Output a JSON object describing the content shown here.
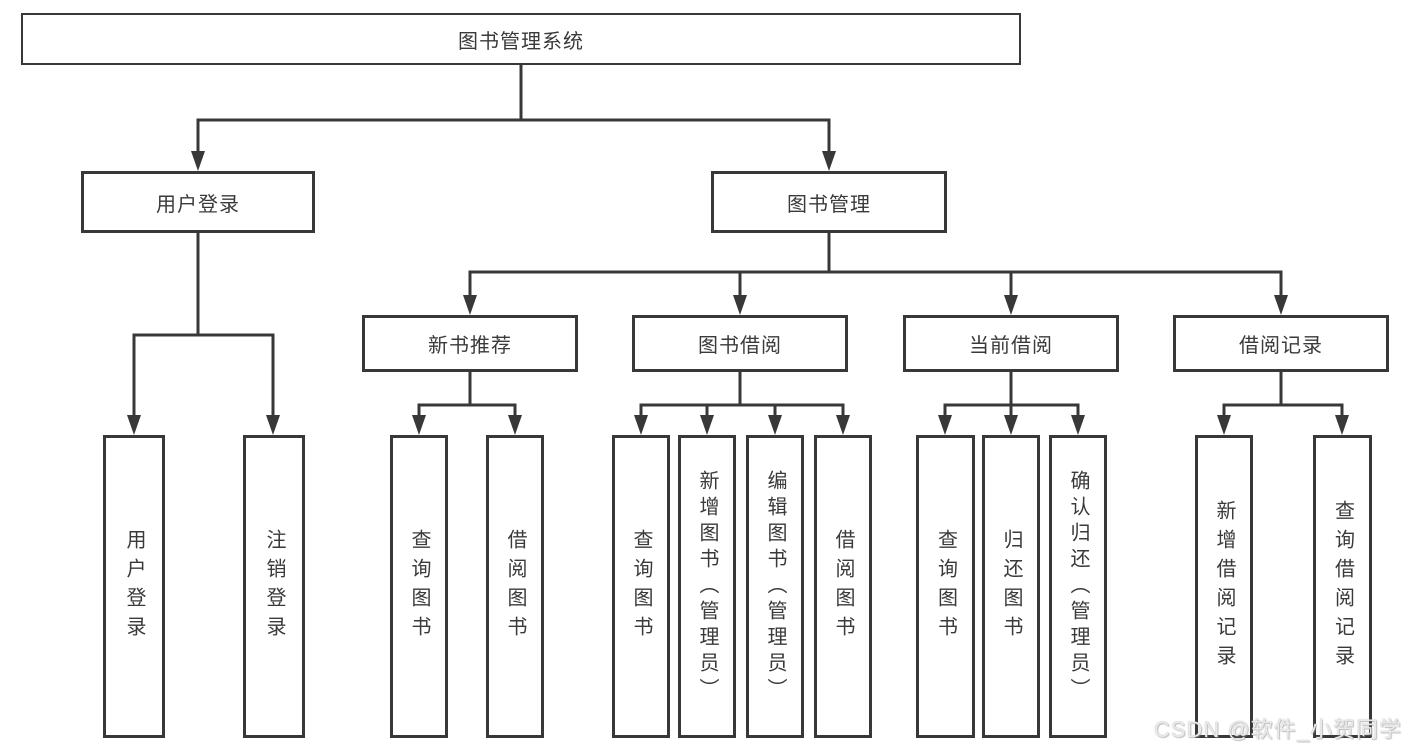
{
  "diagram": {
    "root": {
      "label": "图书管理系统"
    },
    "branches": [
      {
        "label": "用户登录",
        "children": [
          {
            "label": "用户登录"
          },
          {
            "label": "注销登录"
          }
        ]
      },
      {
        "label": "图书管理",
        "children": [
          {
            "label": "新书推荐",
            "children": [
              {
                "label": "查询图书"
              },
              {
                "label": "借阅图书"
              }
            ]
          },
          {
            "label": "图书借阅",
            "children": [
              {
                "label": "查询图书"
              },
              {
                "label": "新增图书（管理员）"
              },
              {
                "label": "编辑图书（管理员）"
              },
              {
                "label": "借阅图书"
              }
            ]
          },
          {
            "label": "当前借阅",
            "children": [
              {
                "label": "查询图书"
              },
              {
                "label": "归还图书"
              },
              {
                "label": "确认归还（管理员）"
              }
            ]
          },
          {
            "label": "借阅记录",
            "children": [
              {
                "label": "新增借阅记录"
              },
              {
                "label": "查询借阅记录"
              }
            ]
          }
        ]
      }
    ],
    "watermark": "CSDN @软件_小贺同学",
    "colors": {
      "line": "#383838",
      "box_border": "#383838",
      "text": "#3a3a3a",
      "background": "#ffffff",
      "watermark": "#eeeeee"
    }
  }
}
